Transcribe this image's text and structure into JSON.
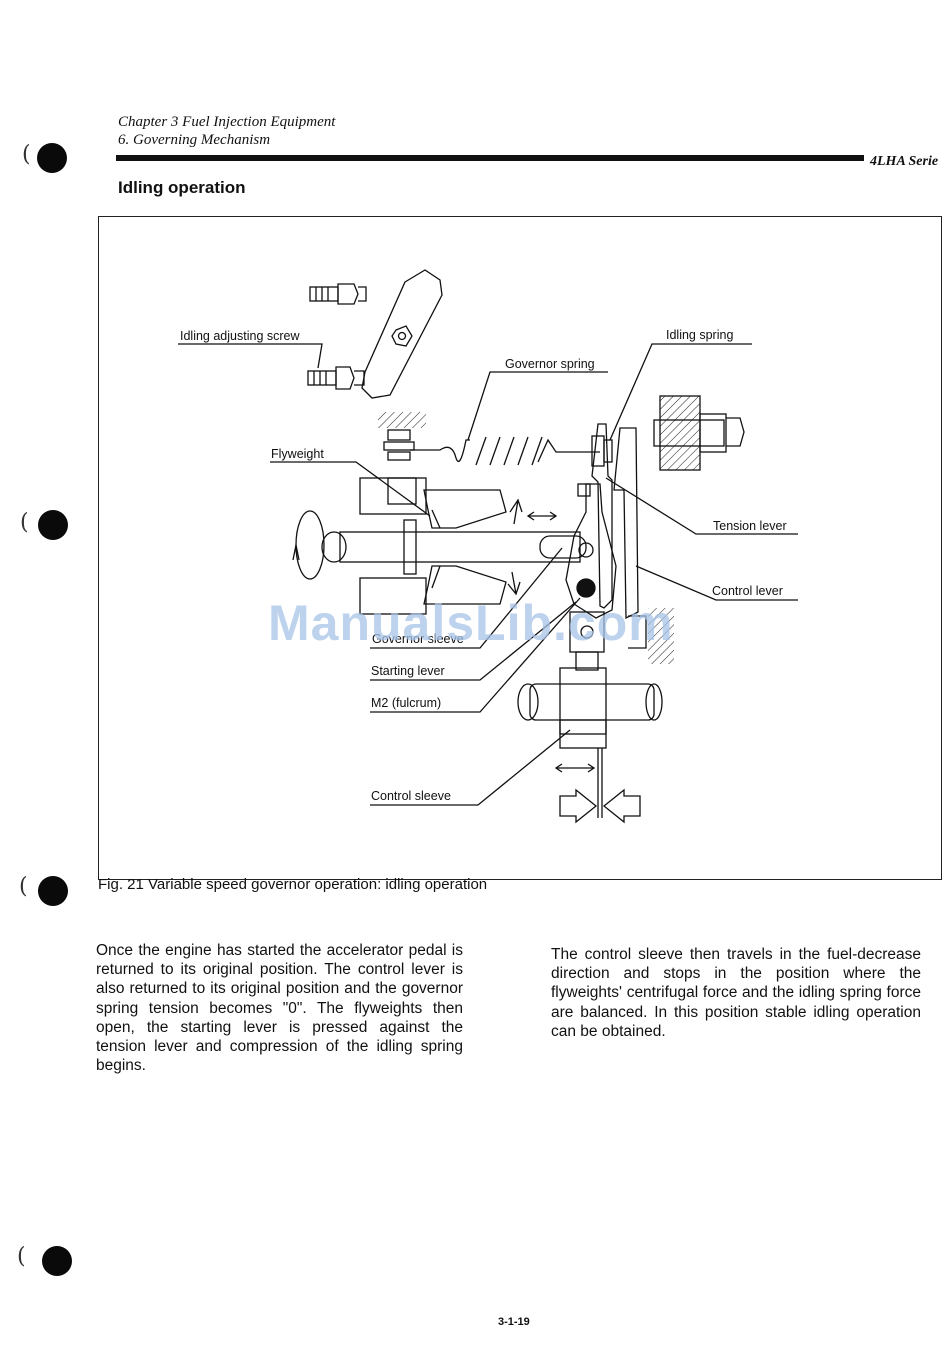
{
  "header": {
    "chapter": "Chapter 3 Fuel Injection Equipment",
    "section": "6. Governing Mechanism",
    "series": "4LHA Serie"
  },
  "section_title": "Idling operation",
  "figure": {
    "labels": {
      "idling_adjusting_screw": "Idling adjusting screw",
      "idling_spring": "Idling spring",
      "governor_spring": "Governor spring",
      "flyweight": "Flyweight",
      "tension_lever": "Tension lever",
      "control_lever": "Control lever",
      "governor_sleeve": "Governor sleeve",
      "starting_lever": "Starting lever",
      "m2_fulcrum": "M2 (fulcrum)",
      "control_sleeve": "Control sleeve"
    },
    "caption": "Fig. 21  Variable speed governor operation: idling operation"
  },
  "body": {
    "paragraph_1": "Once the engine has started the accelerator pedal is returned to its original position. The control lever is also returned to its original position and the governor spring tension becomes \"0\". The flyweights then open, the starting lever is pressed against the tension lever and compression of the idling spring begins.",
    "paragraph_2": "The control sleeve then travels in the fuel-decrease direction and stops in the position where the flyweights' centrifugal force and the idling spring force are balanced. In this position stable idling operation can be obtained."
  },
  "watermark": "ManualsLib.com",
  "page_number": "3-1-19"
}
